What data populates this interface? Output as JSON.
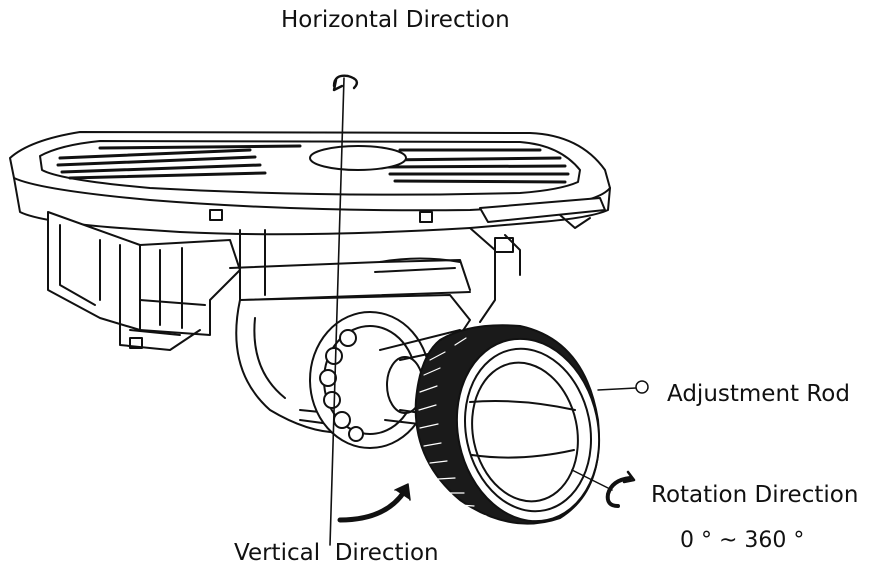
{
  "labels": {
    "horizontal_direction": "Horizontal Direction",
    "vertical_direction": "Vertical  Direction",
    "adjustment_rod": "Adjustment Rod",
    "rotation_direction": "Rotation Direction",
    "rotation_range": "0 ° ~ 360 °"
  },
  "colors": {
    "line": "#111111",
    "fill_light": "#ffffff",
    "fill_dark": "#1a1a1a"
  }
}
